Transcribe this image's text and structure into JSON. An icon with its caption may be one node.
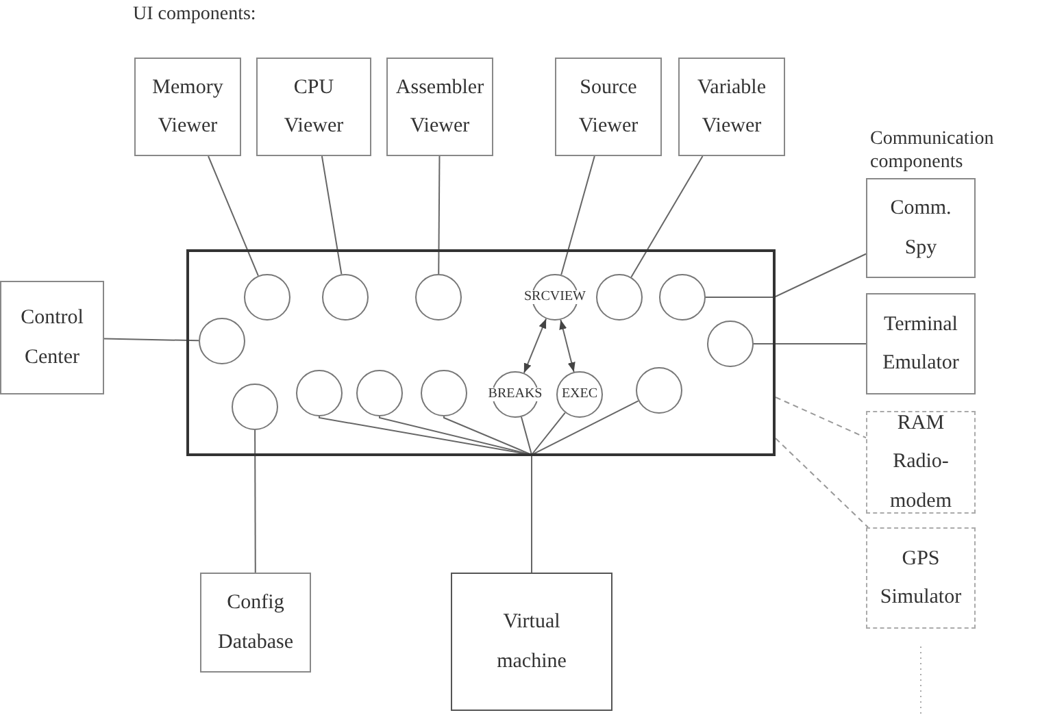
{
  "diagram": {
    "nodes": [
      {
        "text": [
          "Memory Viewer"
        ]
      },
      {
        "text": [
          "CPU Viewer"
        ]
      },
      {
        "text": [
          "Assembler Viewer"
        ]
      },
      {
        "text": [
          "Source Viewer"
        ]
      },
      {
        "text": [
          "Variable Viewer"
        ]
      },
      {
        "text": [
          "Comm. Spy"
        ]
      },
      {
        "text": [
          "Control Center"
        ]
      },
      {
        "text": [],
        "shape": "box"
      },
      {
        "text": [],
        "shape": "circle",
        "in": 7
      },
      {
        "text": [],
        "shape": "circle",
        "in": 7
      },
      {
        "text": [],
        "shape": "circle",
        "in": 7
      },
      {
        "text": [
          "SRCVIEW"
        ],
        "in": 7
      },
      {
        "text": [],
        "shape": "circle",
        "in": 7
      },
      {
        "text": [],
        "shape": "circle",
        "in": 7
      },
      {
        "text": [],
        "shape": "circle",
        "in": 7
      },
      {
        "text": [],
        "shape": "circle",
        "in": 7
      },
      {
        "text": [],
        "shape": "circle",
        "in": 7
      },
      {
        "text": [],
        "shape": "circle",
        "in": 7
      },
      {
        "text": [],
        "shape": "circle",
        "in": 7
      },
      {
        "text": [],
        "shape": "circle",
        "in": 7
      },
      {
        "text": [
          "BREAKS"
        ],
        "in": 7
      },
      {
        "text": [
          "EXEC"
        ],
        "in": 7
      },
      {
        "text": [],
        "shape": "circle",
        "in": 7
      },
      {
        "text": [
          "Terminal Emulator"
        ]
      },
      {
        "text": [
          "RAM Radio-modem"
        ]
      },
      {
        "text": [
          "GPS Simulator"
        ]
      },
      {
        "text": [
          "Config Database"
        ]
      },
      {
        "text": [
          "Virtual machine"
        ]
      }
    ],
    "edges": [
      {
        "from": 0,
        "to": 8,
        "arrow": "none"
      },
      {
        "from": 1,
        "to": 9,
        "arrow": "none"
      },
      {
        "from": 2,
        "to": 10,
        "arrow": "none"
      },
      {
        "from": 3,
        "to": 11,
        "arrow": "none"
      },
      {
        "from": 4,
        "to": 12,
        "arrow": "none"
      },
      {
        "from": 13,
        "to": 5,
        "arrow": "none"
      },
      {
        "from": 6,
        "to": 14,
        "arrow": "none"
      },
      {
        "from": 15,
        "to": 23,
        "arrow": "none"
      },
      {
        "from": 11,
        "to": 20,
        "arrow": "both"
      },
      {
        "from": 11,
        "to": 21,
        "arrow": "both"
      },
      {
        "from": 16,
        "to": 26,
        "arrow": "none"
      },
      {
        "from": 17,
        "to": 27,
        "arrow": "none"
      },
      {
        "from": 18,
        "to": 27,
        "arrow": "none"
      },
      {
        "from": 19,
        "to": 27,
        "arrow": "none"
      },
      {
        "from": 20,
        "to": 27,
        "arrow": "none"
      },
      {
        "from": 21,
        "to": 27,
        "arrow": "none"
      },
      {
        "from": 22,
        "to": 27,
        "arrow": "none"
      },
      {
        "from": 7,
        "to": 24,
        "arrow": "none",
        "style": "dashed",
        "color": "#999999"
      },
      {
        "from": 7,
        "to": 25,
        "arrow": "none",
        "style": "dashed",
        "color": "#999999"
      }
    ],
    "labels": [
      "UI components:",
      "Communication components"
    ]
  }
}
